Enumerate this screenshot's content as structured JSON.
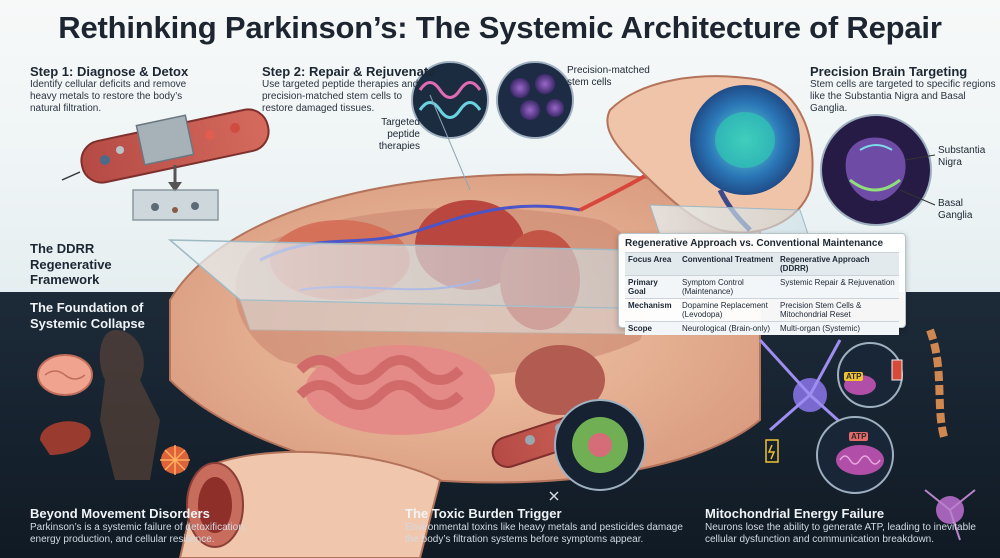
{
  "title": "Rethinking Parkinson’s: The Systemic Architecture of Repair",
  "step1": {
    "heading": "Step 1: Diagnose & Detox",
    "lines": [
      "Identify cellular deficits and remove",
      "heavy metals to restore the body’s",
      "natural filtration."
    ]
  },
  "step2": {
    "heading": "Step 2: Repair & Rejuvenate",
    "lines": [
      "Use targeted peptide therapies and",
      "precision-matched stem cells to",
      "restore damaged tissues."
    ]
  },
  "labels": {
    "peptide": [
      "Targeted",
      "peptide therapies"
    ],
    "stem": [
      "Precision-matched",
      "stem cells"
    ],
    "substantia": [
      "Substantia",
      "Nigra"
    ],
    "basal": [
      "Basal",
      "Ganglia"
    ]
  },
  "brain": {
    "heading": "Precision Brain Targeting",
    "lines": [
      "Stem cells are targeted to specific regions",
      "like the Substantia Nigra and Basal",
      "Ganglia."
    ]
  },
  "framework": {
    "lines": [
      "The DDRR",
      "Regenerative",
      "Framework"
    ]
  },
  "foundation": {
    "lines": [
      "The Foundation of",
      "Systemic Collapse"
    ]
  },
  "table": {
    "title": "Regenerative Approach vs. Conventional Maintenance",
    "headers": [
      "Focus Area",
      "Conventional Treatment",
      "Regenerative Approach (DDRR)"
    ],
    "rows": [
      {
        "area": "Primary Goal",
        "conv": [
          "Symptom Control",
          "(Maintenance)"
        ],
        "regen": [
          "Systemic Repair & Rejuvenation"
        ]
      },
      {
        "area": "Mechanism",
        "conv": [
          "Dopamine Replacement",
          "(Levodopa)"
        ],
        "regen": [
          "Precision Stem Cells &",
          "Mitochondrial Reset"
        ]
      },
      {
        "area": "Scope",
        "conv": [
          "Neurological (Brain-only)"
        ],
        "regen": [
          "Multi-organ (Systemic)"
        ]
      }
    ]
  },
  "bottom": {
    "movement": {
      "heading": "Beyond Movement Disorders",
      "lines": [
        "Parkinson’s is a systemic failure of detoxification,",
        "energy production, and cellular resilience."
      ]
    },
    "toxic": {
      "heading": "The Toxic Burden Trigger",
      "lines": [
        "Environmental toxins like heavy metals and pesticides damage",
        "the body’s filtration systems before symptoms appear."
      ]
    },
    "mito": {
      "heading": "Mitochondrial Energy Failure",
      "lines": [
        "Neurons lose the ability to generate ATP, leading to inevitable",
        "cellular dysfunction and communication breakdown."
      ]
    }
  },
  "atp_labels": [
    "ATP",
    "ATP"
  ]
}
